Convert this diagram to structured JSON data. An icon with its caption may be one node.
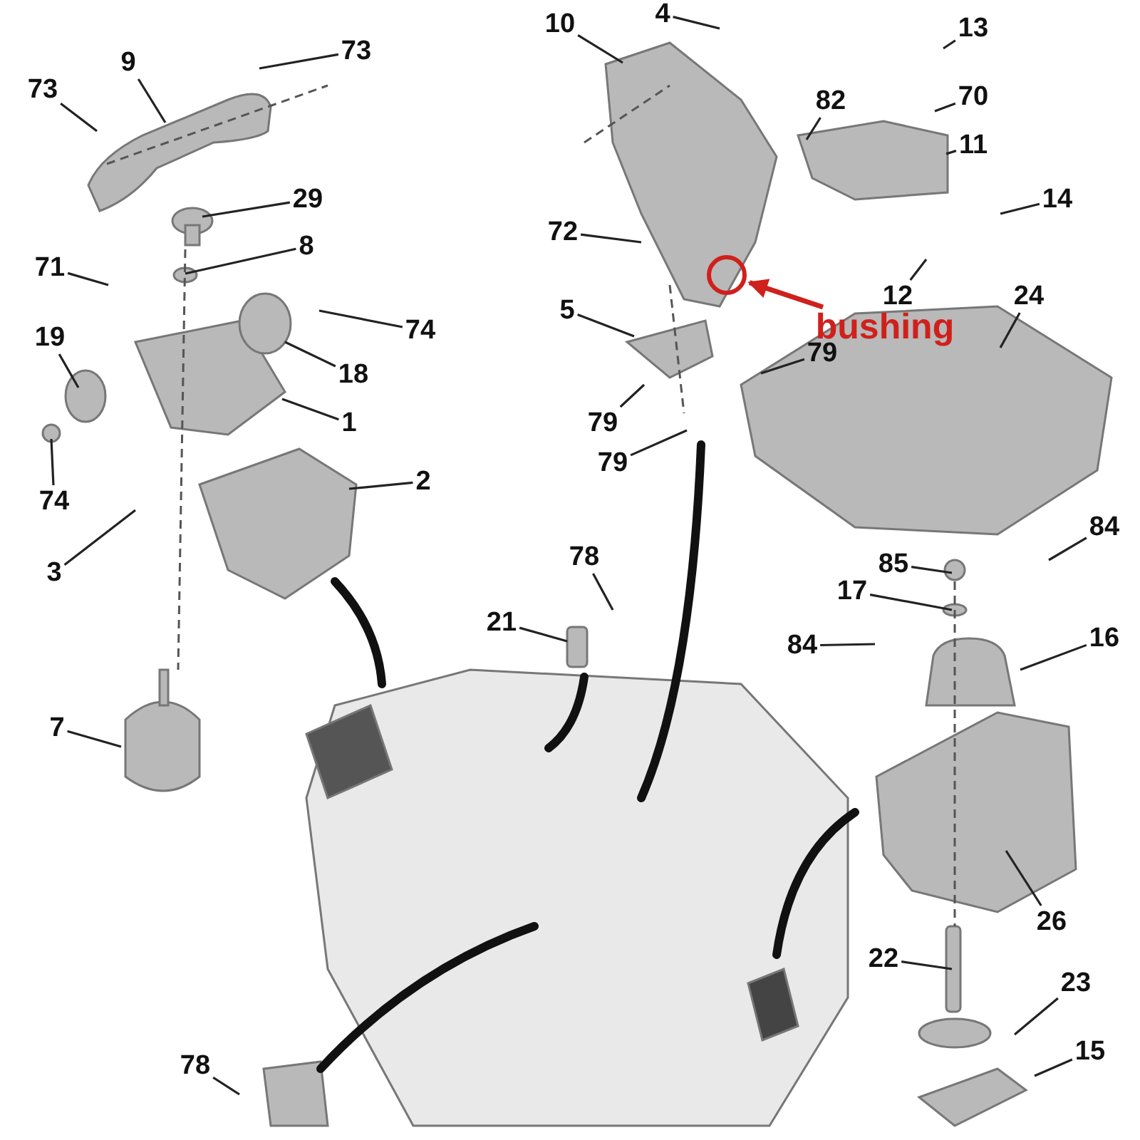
{
  "diagram": {
    "nodes": [
      {
        "text": [
          "73"
        ]
      },
      {
        "text": [
          "9"
        ]
      },
      {
        "text": [
          "73"
        ]
      },
      {
        "text": [
          "29"
        ]
      },
      {
        "text": [
          "8"
        ]
      },
      {
        "text": [
          "71"
        ]
      },
      {
        "text": [
          "74"
        ]
      },
      {
        "text": [
          "19"
        ]
      },
      {
        "text": [
          "18"
        ]
      },
      {
        "text": [
          "1"
        ]
      },
      {
        "text": [
          "74"
        ]
      },
      {
        "text": [
          "2"
        ]
      },
      {
        "text": [
          "3"
        ]
      },
      {
        "text": [
          "7"
        ]
      },
      {
        "text": [
          "4"
        ]
      },
      {
        "text": [
          "10"
        ]
      },
      {
        "text": [
          "13"
        ]
      },
      {
        "text": [
          "82"
        ]
      },
      {
        "text": [
          "70"
        ]
      },
      {
        "text": [
          "11"
        ]
      },
      {
        "text": [
          "72"
        ]
      },
      {
        "text": [
          "14"
        ]
      },
      {
        "text": [
          "12"
        ]
      },
      {
        "text": [
          "24"
        ]
      },
      {
        "text": [
          "5"
        ]
      },
      {
        "text": [
          "79"
        ]
      },
      {
        "text": [
          "79"
        ]
      },
      {
        "text": [
          "79"
        ]
      },
      {
        "text": [
          "78"
        ]
      },
      {
        "text": [
          "21"
        ]
      },
      {
        "text": [
          "85"
        ]
      },
      {
        "text": [
          "84"
        ]
      },
      {
        "text": [
          "17"
        ]
      },
      {
        "text": [
          "84"
        ]
      },
      {
        "text": [
          "16"
        ]
      },
      {
        "text": [
          "26"
        ]
      },
      {
        "text": [
          "22"
        ]
      },
      {
        "text": [
          "23"
        ]
      },
      {
        "text": [
          "15"
        ]
      },
      {
        "text": [
          "78"
        ]
      },
      {
        "text": [
          "bushing"
        ]
      },
      {
        "text": [],
        "shape": "circle"
      }
    ],
    "edges": [
      {
        "from": 0,
        "to": null,
        "arrow": "none"
      },
      {
        "from": 1,
        "to": null,
        "arrow": "none"
      },
      {
        "from": 2,
        "to": null,
        "arrow": "none"
      },
      {
        "from": 3,
        "to": null,
        "arrow": "none"
      },
      {
        "from": 4,
        "to": null,
        "arrow": "none"
      },
      {
        "from": 5,
        "to": null,
        "arrow": "none"
      },
      {
        "from": 6,
        "to": null,
        "arrow": "none"
      },
      {
        "from": 7,
        "to": null,
        "arrow": "none"
      },
      {
        "from": 8,
        "to": null,
        "arrow": "none"
      },
      {
        "from": 9,
        "to": null,
        "arrow": "none"
      },
      {
        "from": 10,
        "to": null,
        "arrow": "none"
      },
      {
        "from": 11,
        "to": null,
        "arrow": "none"
      },
      {
        "from": 12,
        "to": null,
        "arrow": "none"
      },
      {
        "from": 13,
        "to": null,
        "arrow": "none"
      },
      {
        "from": 14,
        "to": null,
        "arrow": "none"
      },
      {
        "from": 15,
        "to": null,
        "arrow": "none"
      },
      {
        "from": 16,
        "to": null,
        "arrow": "none"
      },
      {
        "from": 17,
        "to": null,
        "arrow": "none"
      },
      {
        "from": 18,
        "to": null,
        "arrow": "none"
      },
      {
        "from": 19,
        "to": null,
        "arrow": "none"
      },
      {
        "from": 20,
        "to": null,
        "arrow": "none"
      },
      {
        "from": 21,
        "to": null,
        "arrow": "none"
      },
      {
        "from": 22,
        "to": null,
        "arrow": "none"
      },
      {
        "from": 23,
        "to": null,
        "arrow": "none"
      },
      {
        "from": 24,
        "to": null,
        "arrow": "none"
      },
      {
        "from": 25,
        "to": null,
        "arrow": "none"
      },
      {
        "from": 26,
        "to": null,
        "arrow": "none"
      },
      {
        "from": 27,
        "to": null,
        "arrow": "none"
      },
      {
        "from": 28,
        "to": null,
        "arrow": "none"
      },
      {
        "from": 29,
        "to": null,
        "arrow": "none"
      },
      {
        "from": 30,
        "to": null,
        "arrow": "none"
      },
      {
        "from": 31,
        "to": null,
        "arrow": "none"
      },
      {
        "from": 32,
        "to": null,
        "arrow": "none"
      },
      {
        "from": 33,
        "to": null,
        "arrow": "none"
      },
      {
        "from": 34,
        "to": null,
        "arrow": "none"
      },
      {
        "from": 35,
        "to": null,
        "arrow": "none"
      },
      {
        "from": 36,
        "to": null,
        "arrow": "none"
      },
      {
        "from": 37,
        "to": null,
        "arrow": "none"
      },
      {
        "from": 38,
        "to": null,
        "arrow": "none"
      },
      {
        "from": 39,
        "to": null,
        "arrow": "none"
      },
      {
        "from": 40,
        "to": 41,
        "arrow": "to",
        "style": "thick",
        "color": "#d0201c"
      }
    ]
  }
}
